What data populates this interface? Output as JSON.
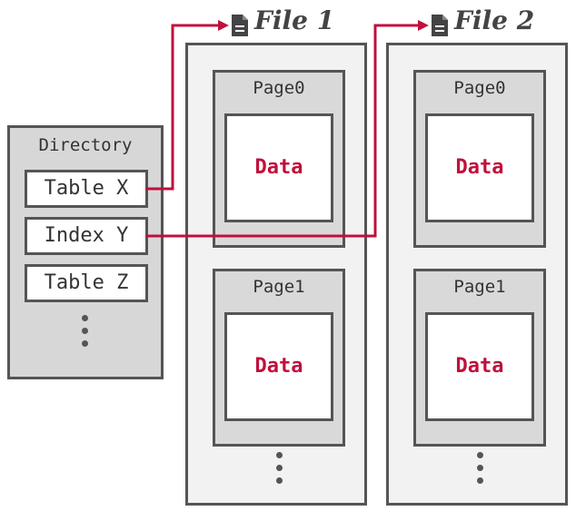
{
  "colors": {
    "accent": "#c0103c",
    "border": "#555555",
    "panel": "#d7d7d7",
    "file_bg": "#f2f2f2"
  },
  "directory": {
    "title": "Directory",
    "items": [
      {
        "label": "Table X"
      },
      {
        "label": "Index Y"
      },
      {
        "label": "Table Z"
      }
    ]
  },
  "files": [
    {
      "title": "File 1",
      "icon": "file-icon",
      "pages": [
        {
          "title": "Page0",
          "data_label": "Data"
        },
        {
          "title": "Page1",
          "data_label": "Data"
        }
      ]
    },
    {
      "title": "File 2",
      "icon": "file-icon",
      "pages": [
        {
          "title": "Page0",
          "data_label": "Data"
        },
        {
          "title": "Page1",
          "data_label": "Data"
        }
      ]
    }
  ]
}
